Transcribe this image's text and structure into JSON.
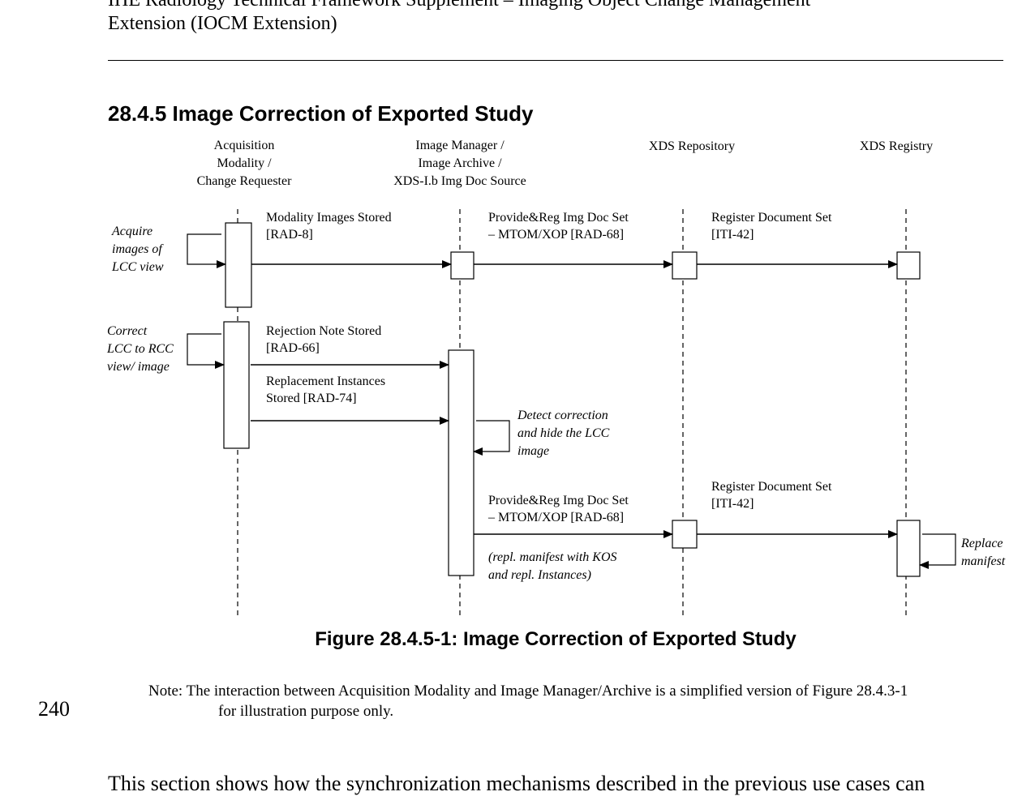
{
  "header": {
    "line1": "IHE Radiology Technical Framework Supplement – Imaging Object Change Management",
    "line2": "Extension (IOCM Extension)"
  },
  "section": {
    "title": "28.4.5 Image Correction of Exported Study"
  },
  "diagram": {
    "actors": {
      "modality": [
        "Acquisition",
        "Modality /",
        "Change Requester"
      ],
      "manager": [
        "Image Manager /",
        "Image Archive /",
        "XDS-I.b Img Doc Source"
      ],
      "repository": "XDS Repository",
      "registry": "XDS Registry"
    },
    "side_notes": {
      "acquire": [
        "Acquire",
        "images of",
        "LCC view"
      ],
      "correct": [
        "Correct",
        "LCC to RCC",
        "view/ image"
      ],
      "detect": [
        "Detect correction",
        "and hide the LCC",
        "image"
      ],
      "replace": [
        "Replace",
        "manifest"
      ]
    },
    "messages": {
      "m1": [
        "Modality Images Stored",
        "[RAD-8]"
      ],
      "m2": [
        "Provide&Reg Img Doc Set",
        "– MTOM/XOP  [RAD-68]"
      ],
      "m3": [
        "Register Document Set",
        "[ITI-42]"
      ],
      "m4": [
        "Rejection Note Stored",
        "[RAD-66]"
      ],
      "m5": [
        "Replacement Instances",
        "Stored  [RAD-74]"
      ],
      "m6": [
        "Provide&Reg Img Doc Set",
        "– MTOM/XOP  [RAD-68]"
      ],
      "m6_note": [
        "(repl. manifest with KOS",
        "and repl. Instances)"
      ],
      "m7": [
        "Register Document Set",
        "[ITI-42]"
      ]
    }
  },
  "figure": {
    "caption": "Figure 28.4.5-1: Image Correction of Exported Study"
  },
  "note": {
    "line1": "Note: The interaction between Acquisition Modality and Image Manager/Archive is a simplified version of Figure 28.4.3-1",
    "line2": "for illustration purpose only."
  },
  "page_number": "240",
  "body": {
    "text": "This section shows how the synchronization mechanisms described in the previous use cases can"
  }
}
